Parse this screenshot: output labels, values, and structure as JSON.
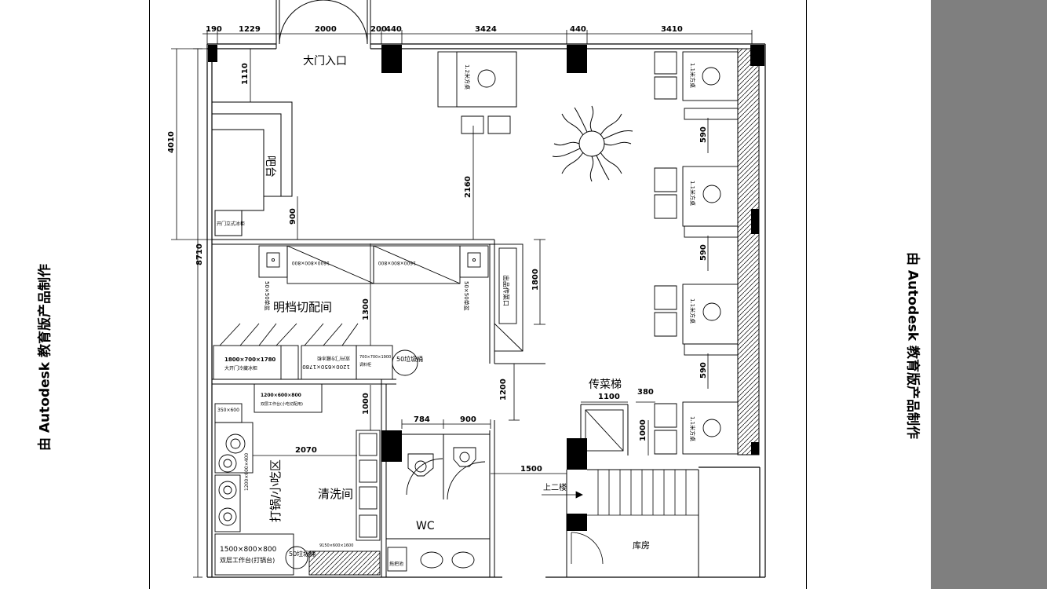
{
  "watermark": "由 Autodesk 教育版产品制作",
  "dims_top": [
    "190",
    "1229",
    "2000",
    "200",
    "440",
    "3424",
    "440",
    "3410"
  ],
  "dims_left": {
    "total": "8710",
    "upper": "4010",
    "gap1110": "1110",
    "gap900": "900",
    "gap1300": "1300",
    "gap1000": "1000",
    "gap2070": "2070"
  },
  "dims_mid": {
    "d2160": "2160",
    "d1800": "1800",
    "d1200": "1200",
    "d784": "784",
    "d900b": "900",
    "d1500": "1500",
    "d1100": "1100",
    "d380": "380",
    "d1000": "1000"
  },
  "dims_right": [
    "590",
    "590",
    "590"
  ],
  "rooms": {
    "entrance": "大门入口",
    "bar": "吧台",
    "prep": "明档切配间",
    "hotpot": "打锅/小吃区",
    "wash": "清洗间",
    "wc": "WC",
    "dumbwaiter": "传菜梯",
    "stair": "上二楼",
    "storage": "库房"
  },
  "tables": {
    "t12": "1.2米方桌",
    "t1": "1.1米方桌"
  },
  "equipment": {
    "fridge": "1800×700×1780",
    "fridge_sub": "大开门冷藏冰柜",
    "fridge2": "1200×650×1780",
    "fridge2_sub": "双开门冷藏冰柜",
    "sink50": "50×50单盆",
    "sink50b": "50×50单盆",
    "island1": "1600×800×800",
    "island2": "1600×800×800",
    "bench1": "1200×600×800",
    "bench1_sub": "双层工作台(小吃切配用)",
    "shelf": "350×600",
    "stove": "1200×600×400",
    "bench2": "1500×800×800",
    "bench2_sub": "双层工作台(打锅台)",
    "cab": "700×700×1900",
    "cab_sub": "调料柜",
    "disposer": "50垃圾桶",
    "disposer2": "50垃圾桶",
    "mop": "拖把池",
    "pass": "出品传菜口",
    "watercab": "开门立式冰柜",
    "plan_label": "9150×600×1600"
  }
}
